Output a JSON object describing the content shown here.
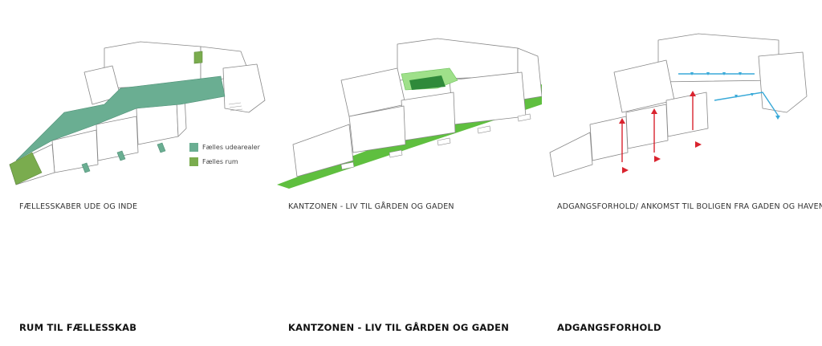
{
  "panels": [
    {
      "caption": "FÆLLESSKABER UDE OG INDE",
      "title": "RUM TIL FÆLLESSKAB",
      "legend": [
        {
          "label": "Fælles udearealer",
          "color": "#6aae92"
        },
        {
          "label": "Fælles rum",
          "color": "#7aac4e"
        }
      ]
    },
    {
      "caption": "KANTZONEN - LIV TIL GÅRDEN OG GADEN",
      "title": "KANTZONEN - LIV TIL GÅRDEN OG GADEN"
    },
    {
      "caption": "ADGANGSFORHOLD/ ANKOMST TIL BOLIGEN FRA GADEN OG HAVEN",
      "title": "ADGANGSFORHOLD"
    }
  ],
  "colors": {
    "shared_outdoor": "#6aae92",
    "shared_room": "#7aac4e",
    "edge_zone": "#5fbf3f",
    "courtyard_light": "#9fe08a",
    "courtyard_dark": "#2f8a3a",
    "street_access": "#d9232e",
    "garden_access": "#38a9d8"
  }
}
